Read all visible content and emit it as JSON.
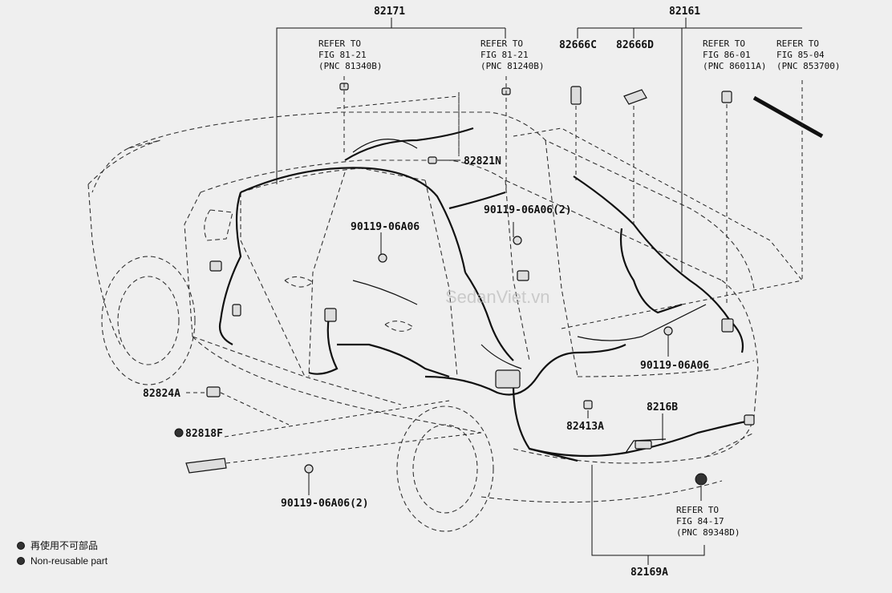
{
  "diagram": {
    "watermark": "SedanViet.vn",
    "part_labels": {
      "p82171": "82171",
      "p82161": "82161",
      "p82666C": "82666C",
      "p82666D": "82666D",
      "p82821N": "82821N",
      "p82824A": "82824A",
      "p82818F": "82818F",
      "p82413A": "82413A",
      "p8216B": "8216B",
      "p82169A": "82169A",
      "bolt_top_right": "90119-06A06(2)",
      "bolt_left": "90119-06A06",
      "bolt_right": "90119-06A06",
      "bolt_bottom": "90119-06A06(2)"
    },
    "refs": {
      "ref1": {
        "l1": "REFER TO",
        "l2": "FIG 81-21",
        "l3": "(PNC 81340B)"
      },
      "ref2": {
        "l1": "REFER TO",
        "l2": "FIG 81-21",
        "l3": "(PNC 81240B)"
      },
      "ref3": {
        "l1": "REFER TO",
        "l2": "FIG 86-01",
        "l3": "(PNC 86011A)"
      },
      "ref4": {
        "l1": "REFER TO",
        "l2": "FIG 85-04",
        "l3": "(PNC 853700)"
      },
      "ref5": {
        "l1": "REFER TO",
        "l2": "FIG 84-17",
        "l3": "(PNC 89348D)"
      }
    },
    "legend": {
      "line1": "再使用不可部品",
      "line2": "Non-reusable part"
    }
  }
}
